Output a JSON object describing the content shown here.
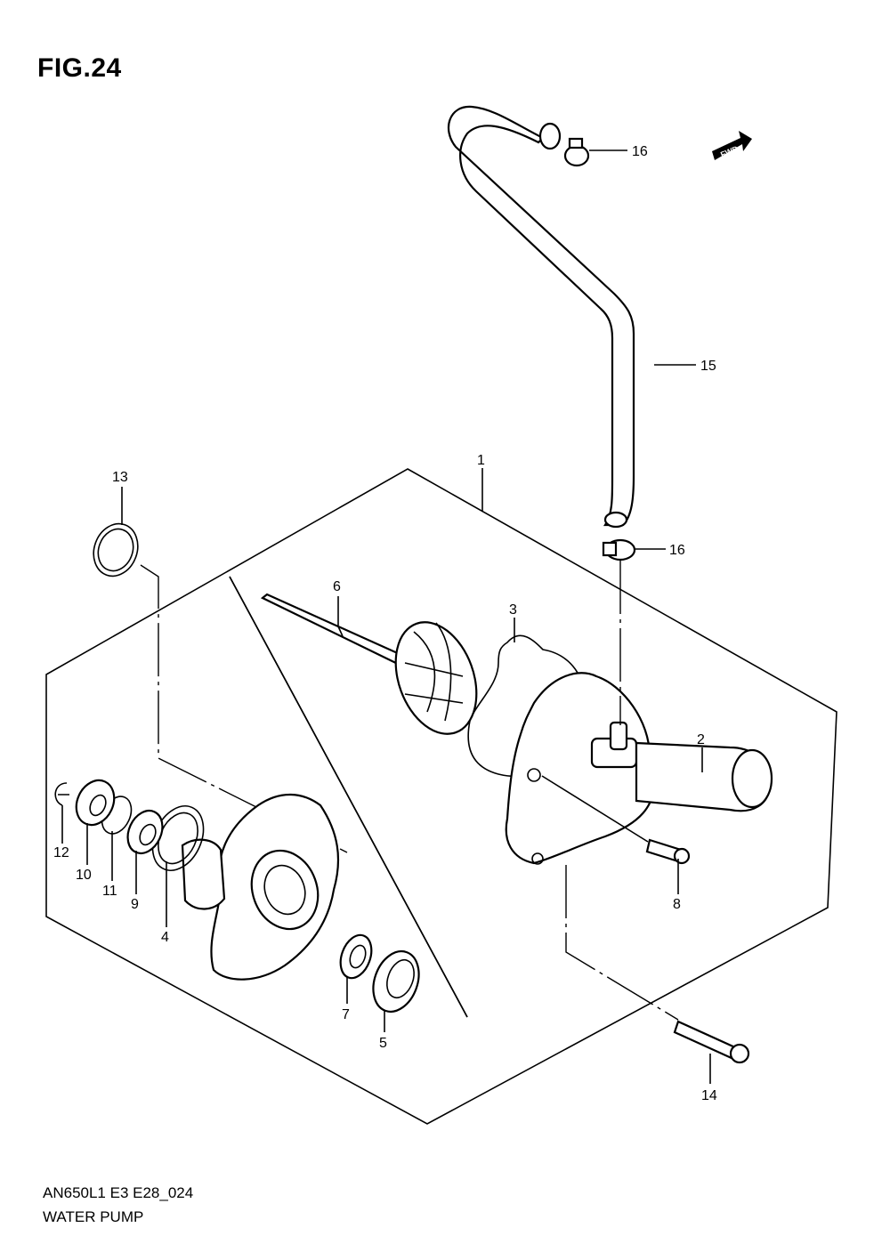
{
  "figure": {
    "title": "FIG.24",
    "code": "AN650L1 E3 E28_024",
    "name": "WATER PUMP",
    "fwd_badge": "FWD"
  },
  "callouts": {
    "c1": "1",
    "c2": "2",
    "c3": "3",
    "c4": "4",
    "c5": "5",
    "c6": "6",
    "c7": "7",
    "c8": "8",
    "c9": "9",
    "c10": "10",
    "c11": "11",
    "c12": "12",
    "c13": "13",
    "c14": "14",
    "c15": "15",
    "c16a": "16",
    "c16b": "16"
  }
}
